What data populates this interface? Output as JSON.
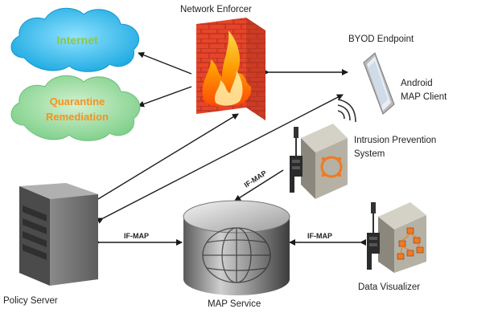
{
  "nodes": {
    "internet": {
      "label": "Internet",
      "color": "#8ec641",
      "cloud_color": "#29b8ea"
    },
    "quarantine": {
      "label_lines": [
        "Quarantine",
        "Remediation"
      ],
      "color": "#f6921e",
      "cloud_color": "#9ed8a0"
    },
    "network_enforcer": {
      "label": "Network Enforcer",
      "icon": "firewall-icon"
    },
    "byod_endpoint": {
      "label": "BYOD Endpoint",
      "icon": "tablet-icon"
    },
    "android_client": {
      "label_lines": [
        "Android",
        "MAP Client"
      ]
    },
    "intrusion_prevention": {
      "label_lines": [
        "Intrusion Prevention",
        "System"
      ],
      "icon": "sensor-appliance-icon"
    },
    "policy_server": {
      "label": "Policy Server",
      "icon": "server-icon"
    },
    "map_service": {
      "label": "MAP Service",
      "icon": "database-globe-icon"
    },
    "data_visualizer": {
      "label": "Data Visualizer",
      "icon": "visualizer-appliance-icon"
    }
  },
  "edges": {
    "ips_to_map": "IF-MAP",
    "policy_to_map": "IF-MAP",
    "visualizer_to_map": "IF-MAP"
  }
}
